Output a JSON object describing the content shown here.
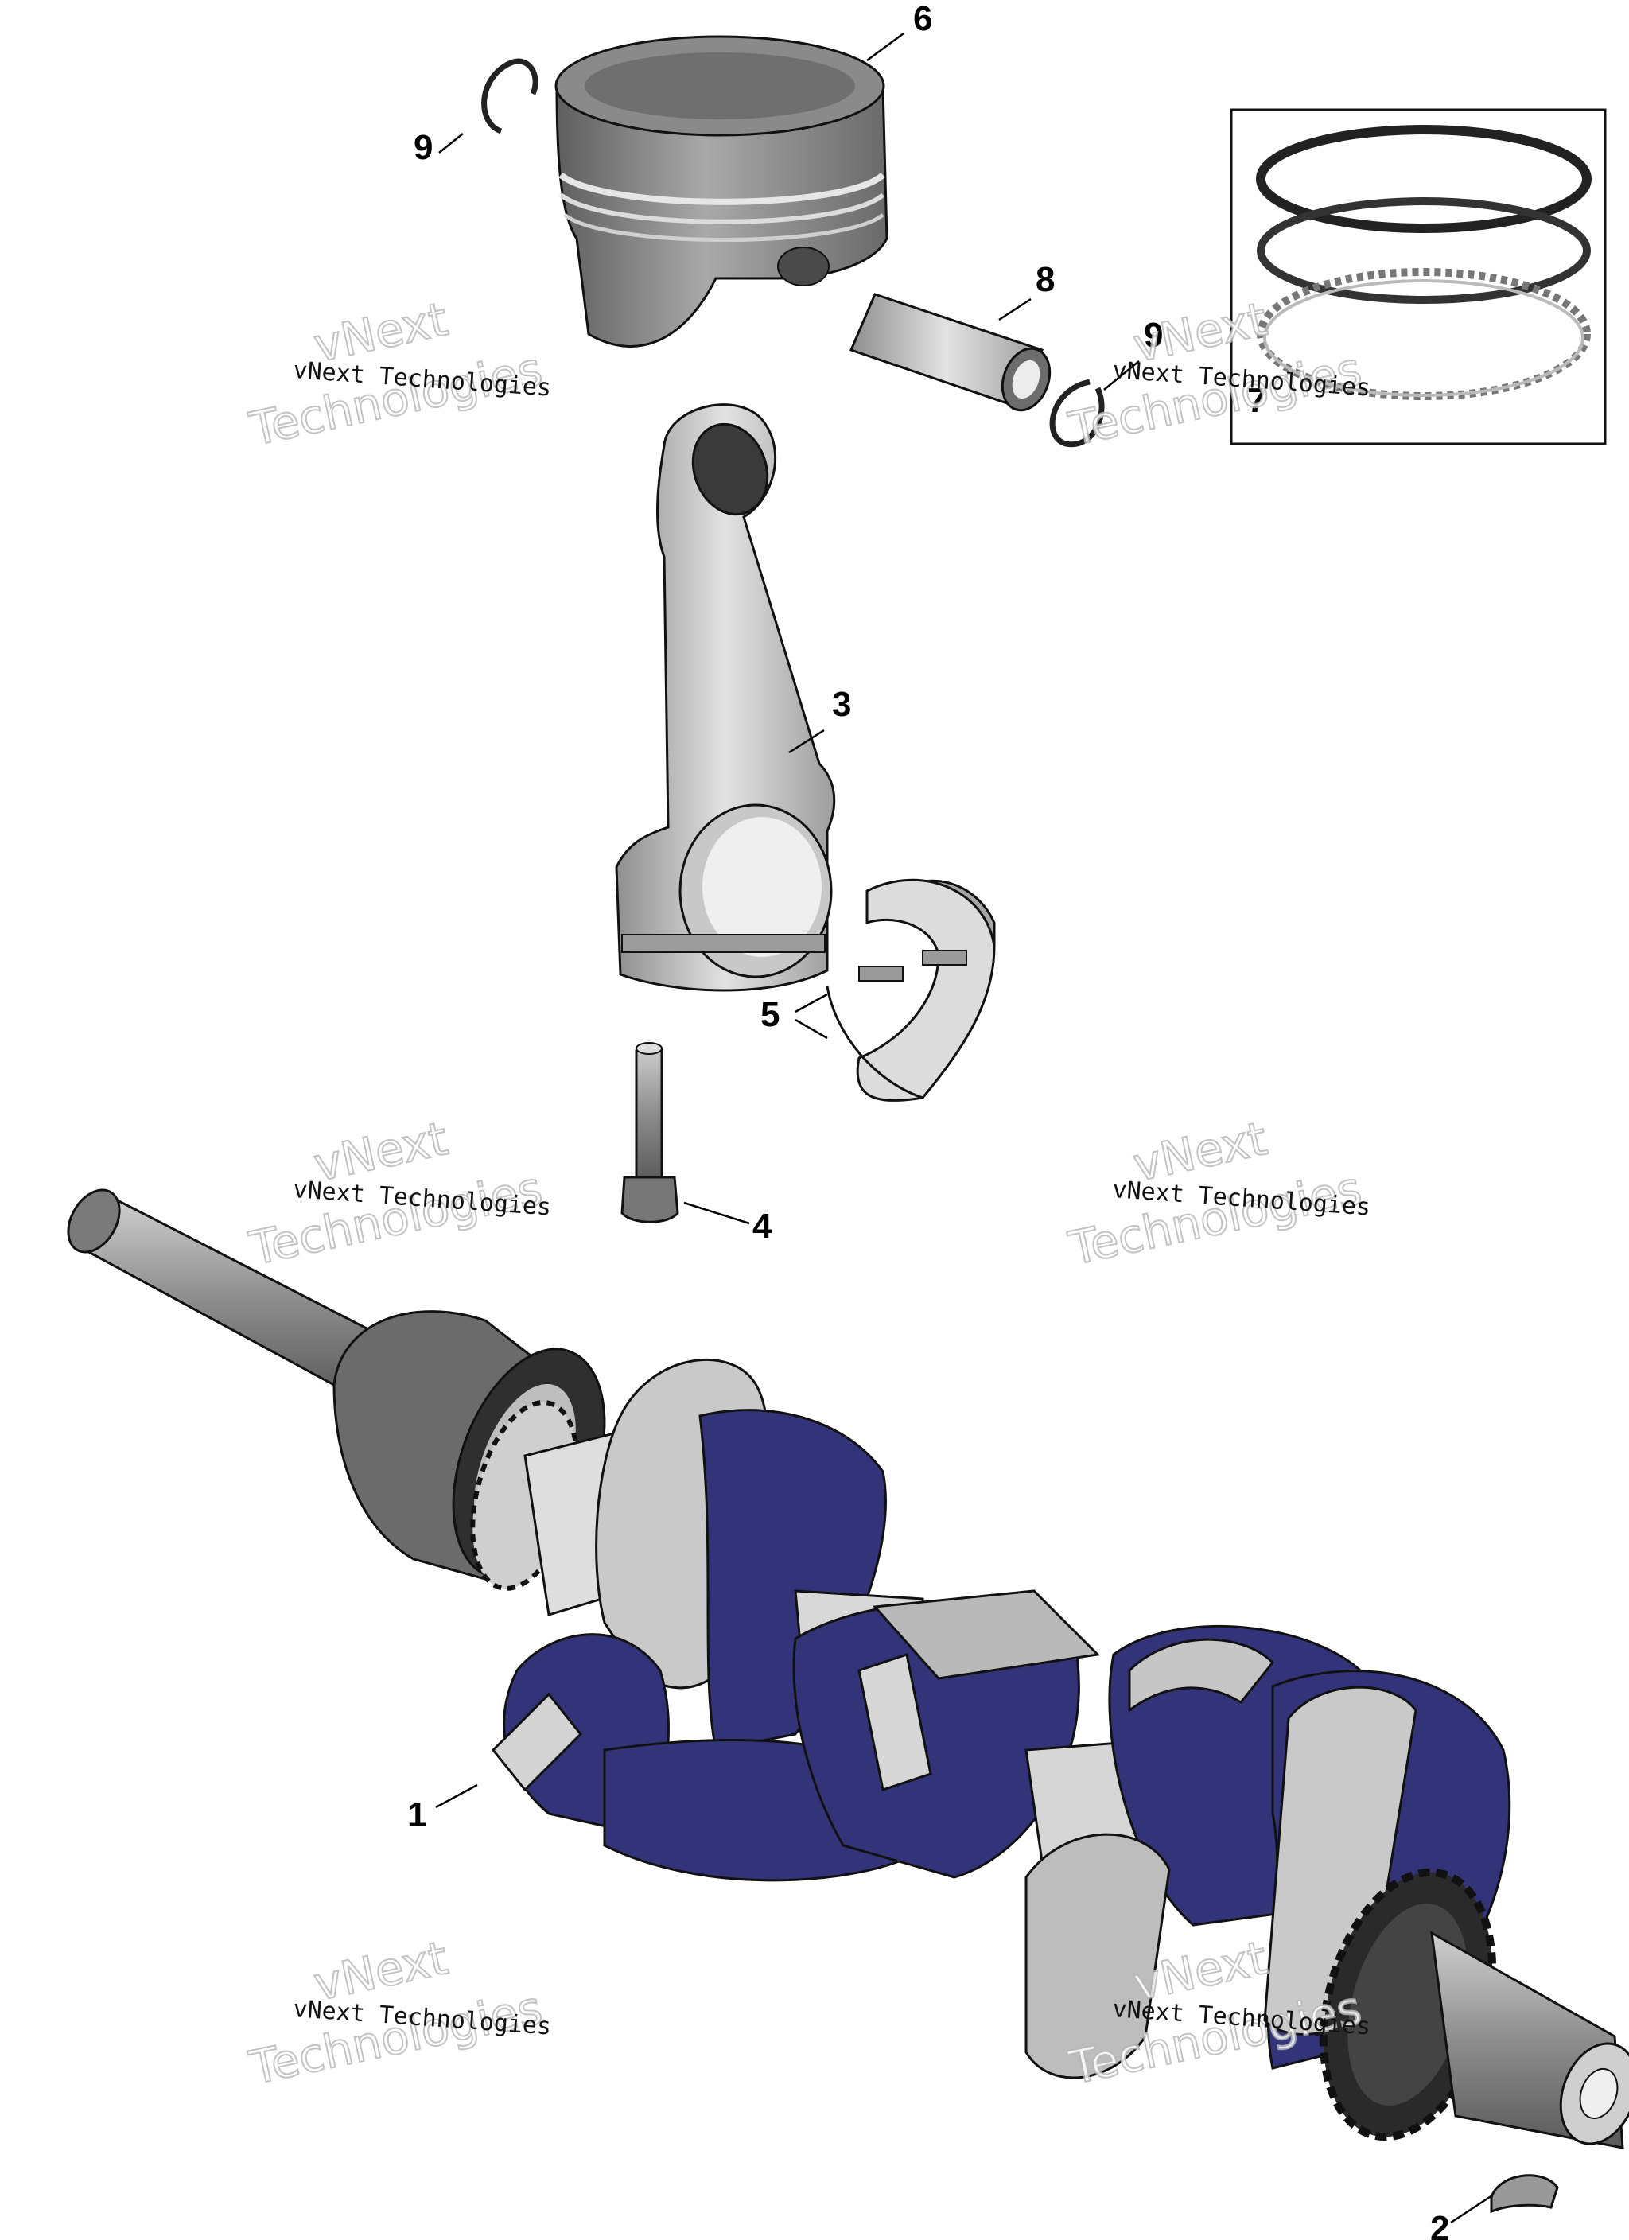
{
  "callouts": {
    "c1": "1",
    "c2": "2",
    "c3": "3",
    "c4": "4",
    "c5": "5",
    "c6": "6",
    "c7": "7",
    "c8": "8",
    "c9a": "9",
    "c9b": "9"
  },
  "watermark": {
    "line_small": "vNext Technologies",
    "big_1": "vNext",
    "big_2": "Technologies"
  },
  "colors": {
    "part_gray": "#9a9a9a",
    "part_light": "#d8d8d8",
    "part_dark": "#555555",
    "counterweight": "#35357a",
    "outline": "#111111"
  }
}
